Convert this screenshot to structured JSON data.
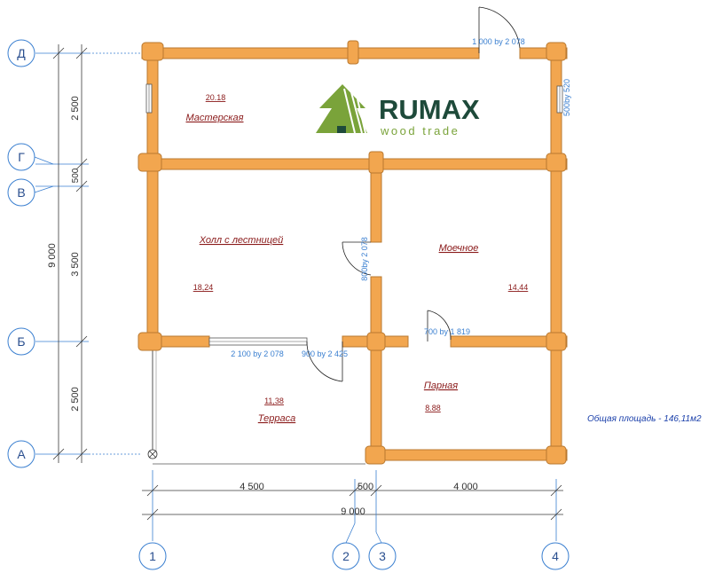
{
  "logo": {
    "brand": "RUMAX",
    "tagline": "wood trade",
    "colors": {
      "dark": "#1e4a3a",
      "light": "#7aa33a"
    }
  },
  "axes": {
    "rows": [
      "Д",
      "Г",
      "В",
      "Б",
      "А"
    ],
    "cols": [
      "1",
      "2",
      "3",
      "4"
    ]
  },
  "dimensions": {
    "left_outer": "9 000",
    "left_inner": [
      "2 500",
      "500",
      "3 500",
      "2 500"
    ],
    "bottom_segments": [
      "4 500",
      "500",
      "4 000"
    ],
    "bottom_total": "9 000"
  },
  "rooms": [
    {
      "name": "Мастерская",
      "area": "20.18"
    },
    {
      "name": "Холл с лестницей",
      "area": "18,24"
    },
    {
      "name": "Моечное",
      "area": "14,44"
    },
    {
      "name": "Терраса",
      "area": "11,38"
    },
    {
      "name": "Парная",
      "area": "8.88"
    }
  ],
  "openings": [
    "1 000 by 2 078",
    "500by 520",
    "800by 2 078",
    "700 by 1 819",
    "2 100 by 2 078",
    "900 by 2 425"
  ],
  "total_area": "Общая площадь - 146,11м2",
  "colors": {
    "wall": "#f2a64f",
    "dimension": "#3a7fd0",
    "room_label": "#8a1a1a"
  }
}
